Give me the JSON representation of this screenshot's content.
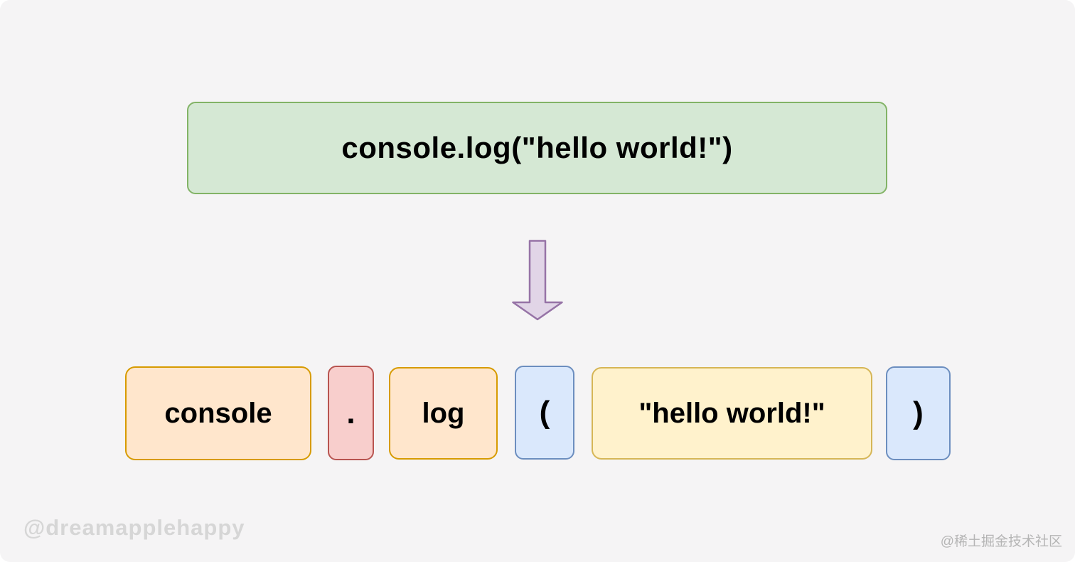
{
  "diagram": {
    "source_code": "console.log(\"hello world!\")",
    "tokens": [
      {
        "text": "console",
        "type": "identifier"
      },
      {
        "text": ".",
        "type": "punctuator-dot"
      },
      {
        "text": "log",
        "type": "identifier"
      },
      {
        "text": "(",
        "type": "paren-open"
      },
      {
        "text": "\"hello world!\"",
        "type": "string-literal"
      },
      {
        "text": ")",
        "type": "paren-close"
      }
    ]
  },
  "watermarks": {
    "left": "@dreamapplehappy",
    "right": "@稀土掘金技术社区"
  },
  "palette": {
    "background": "#f5f4f5",
    "code_box_fill": "#d5e8d4",
    "code_box_border": "#82b366",
    "identifier_fill": "#ffe6cc",
    "identifier_border": "#d79b00",
    "dot_fill": "#f8cecc",
    "dot_border": "#b85450",
    "paren_fill": "#dae8fc",
    "paren_border": "#6c8ebf",
    "string_fill": "#fff2cc",
    "string_border": "#d6b656",
    "arrow_fill": "#e1d5e7",
    "arrow_border": "#9673a6",
    "text_color": "#000000",
    "watermark_left_color": "#d6d6d6",
    "watermark_right_color": "#b5b5b5"
  }
}
